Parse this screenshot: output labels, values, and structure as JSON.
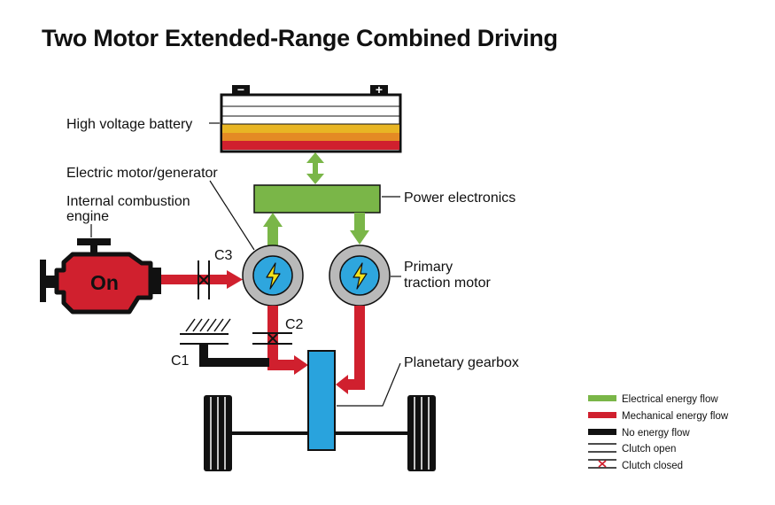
{
  "title": "Two Motor Extended-Range Combined Driving",
  "labels": {
    "battery": "High voltage battery",
    "motor_generator": "Electric motor/generator",
    "ice_line1": "Internal combustion",
    "ice_line2": "engine",
    "power_electronics": "Power electronics",
    "traction_line1": "Primary",
    "traction_line2": "traction motor",
    "planetary_gearbox": "Planetary gearbox",
    "engine_state": "On",
    "battery_minus": "−",
    "battery_plus": "+",
    "clutch_c1": "C1",
    "clutch_c2": "C2",
    "clutch_c3": "C3"
  },
  "legend": [
    {
      "label": "Electrical energy flow",
      "swatch": "green"
    },
    {
      "label": "Mechanical energy flow",
      "swatch": "red"
    },
    {
      "label": "No energy flow",
      "swatch": "black"
    },
    {
      "label": "Clutch open",
      "swatch": "open"
    },
    {
      "label": "Clutch closed",
      "swatch": "closed"
    }
  ],
  "colors": {
    "electrical": "#7ab648",
    "mechanical": "#d0202e",
    "none": "#111111",
    "gearbox": "#29a3dd",
    "motor_core": "#2ea6de",
    "motor_ring": "#b9b9b9",
    "bolt": "#f2e21c",
    "battery_yellow": "#e8b524",
    "battery_orange": "#e48a24",
    "battery_red": "#d0202e"
  },
  "icons": {
    "motor_symbol": "lightning-bolt-icon",
    "engine_symbol": "engine-block-icon"
  }
}
